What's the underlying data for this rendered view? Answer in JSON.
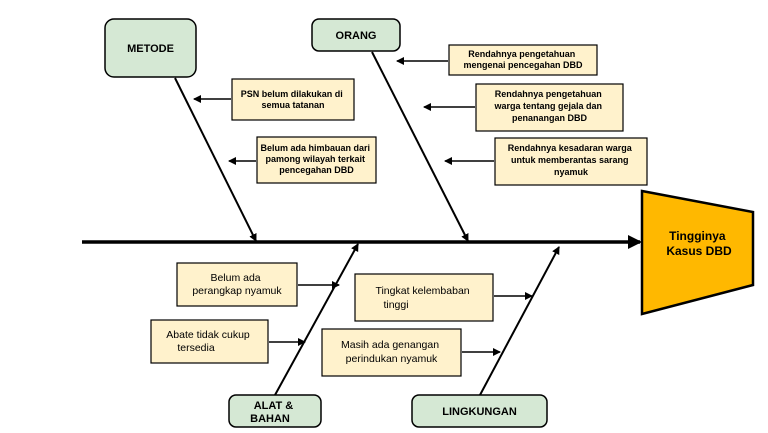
{
  "diagram": {
    "effect": {
      "lines": [
        "Tingginya",
        "Kasus DBD"
      ],
      "color": "#ffb800"
    },
    "colors": {
      "category_fill": "#d5e8d4",
      "category_stroke": "#6c8a62",
      "cause_fill": "#fff2cc",
      "cause_stroke": "#000000",
      "line": "#000000"
    },
    "categories": {
      "metode": "METODE",
      "orang": "ORANG",
      "alat": [
        "ALAT &",
        "BAHAN"
      ],
      "lingkungan": "LINGKUNGAN"
    },
    "causes": {
      "metode": [
        [
          "PSN belum dilakukan di",
          "semua tatanan"
        ],
        [
          "Belum ada himbauan dari",
          "pamong wilayah terkait",
          "pencegahan DBD"
        ]
      ],
      "orang": [
        [
          "Rendahnya pengetahuan",
          "mengenai pencegahan DBD"
        ],
        [
          "Rendahnya pengetahuan",
          "warga tentang gejala dan",
          "penanangan DBD"
        ],
        [
          "Rendahnya kesadaran warga",
          "untuk memberantas sarang",
          "nyamuk"
        ]
      ],
      "alat": [
        [
          "Belum ada",
          "perangkap nyamuk"
        ],
        [
          "Abate tidak cukup",
          "tersedia"
        ]
      ],
      "lingkungan": [
        [
          "Tingkat kelembaban",
          "tinggi"
        ],
        [
          "Masih ada genangan",
          "perindukan nyamuk"
        ]
      ]
    }
  }
}
